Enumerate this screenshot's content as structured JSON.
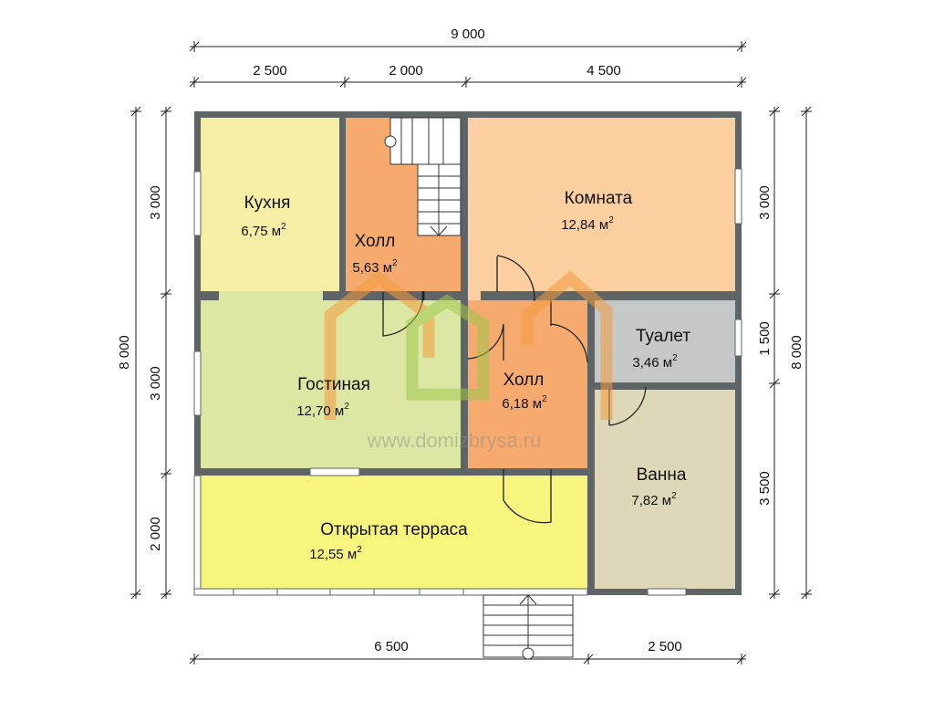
{
  "dimensions": {
    "top_total": "9 000",
    "top_segments": [
      "2 500",
      "2 000",
      "4 500"
    ],
    "bottom_segments": [
      "6 500",
      "2 500"
    ],
    "left_total": "8 000",
    "left_segments": [
      "3 000",
      "3 000",
      "2 000"
    ],
    "right_total": "8 000",
    "right_segments": [
      "3 000",
      "1 500",
      "3 500"
    ]
  },
  "rooms": {
    "kitchen": {
      "name": "Кухня",
      "area": "6,75 м",
      "color": "#f7eea5"
    },
    "hall_top": {
      "name": "Холл",
      "area": "5,63 м",
      "color": "#f7aa6e"
    },
    "room": {
      "name": "Комната",
      "area": "12,84 м",
      "color": "#fbcfa0"
    },
    "living": {
      "name": "Гостиная",
      "area": "12,70 м",
      "color": "#dde7a4"
    },
    "hall_mid": {
      "name": "Холл",
      "area": "6,18 м",
      "color": "#f7aa6e"
    },
    "toilet": {
      "name": "Туалет",
      "area": "3,46 м",
      "color": "#c4c9c8"
    },
    "bath": {
      "name": "Ванна",
      "area": "7,82 м",
      "color": "#ded8b8"
    },
    "terrace": {
      "name": "Открытая терраса",
      "area": "12,55 м",
      "color": "#f8f57e"
    }
  },
  "area_unit_sup": "2",
  "watermark": "www.domizbrysa.ru",
  "colors": {
    "wall": "#5f6566",
    "logo_orange": "#f39a3c",
    "logo_green": "#9ec84c"
  }
}
